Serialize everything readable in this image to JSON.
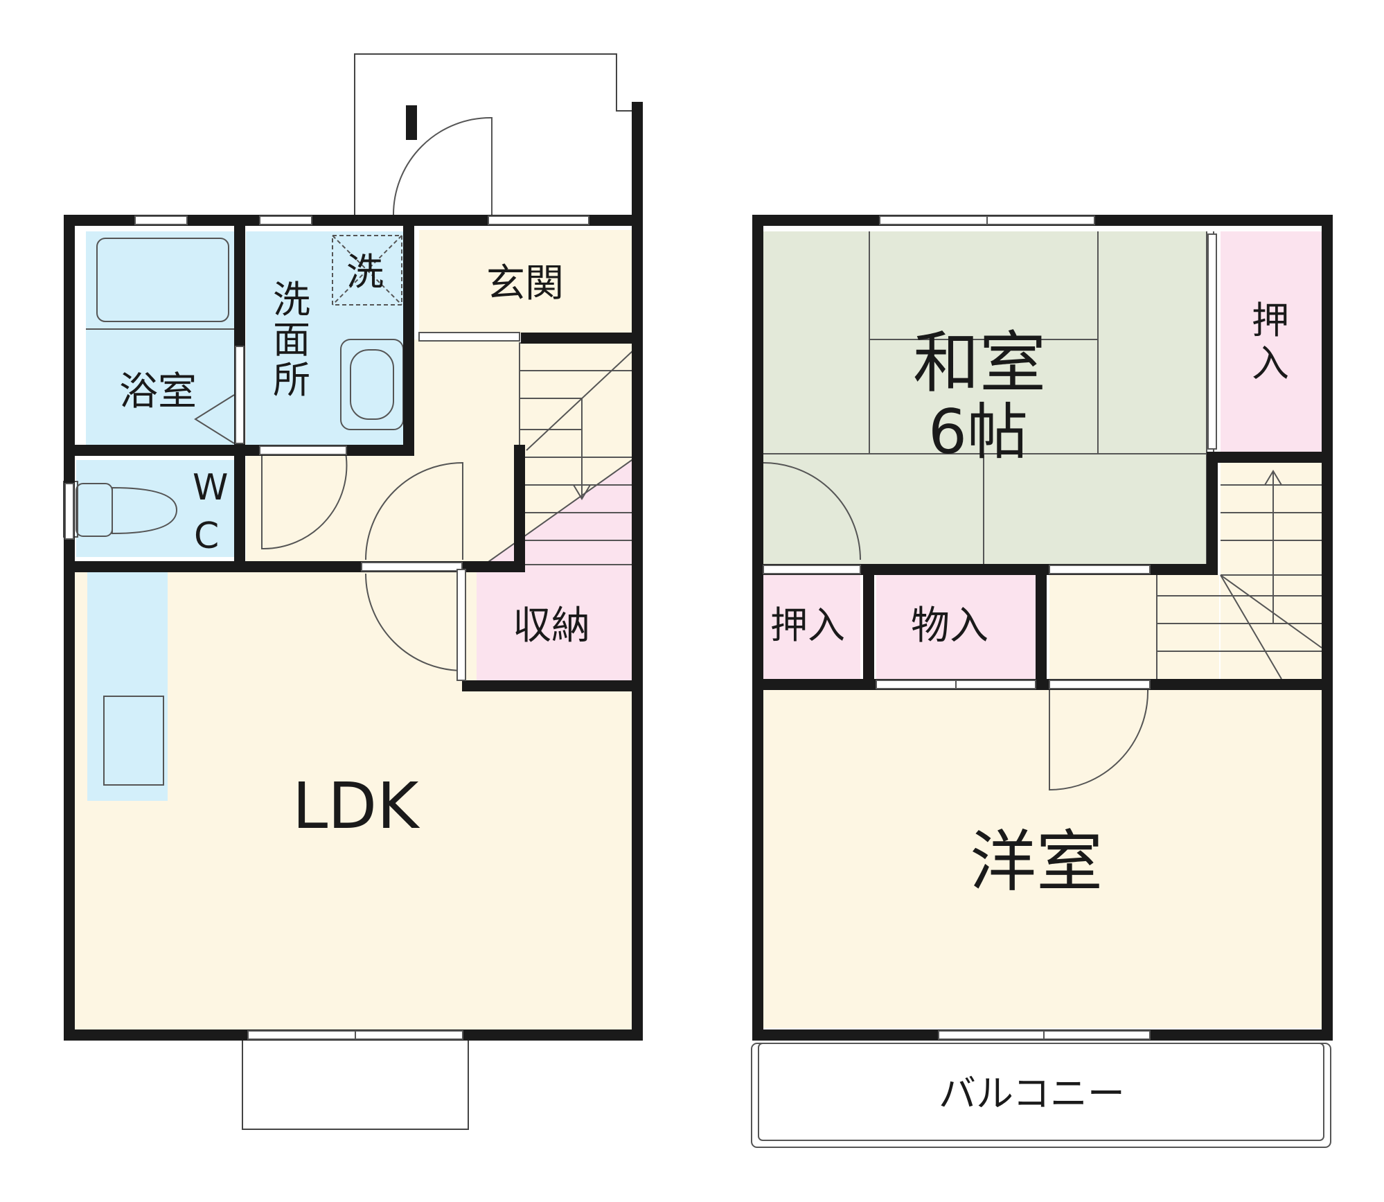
{
  "colors": {
    "wall": "#1a1a1a",
    "wet_area": "#d3effa",
    "floor": "#fdf6e3",
    "storage": "#fbe3ee",
    "tatami": "#e3e9d9",
    "thin_line": "#555555"
  },
  "floor1": {
    "bath": "浴室",
    "washroom": "洗面所",
    "washer": "洗",
    "entrance": "玄関",
    "toilet_w": "W",
    "toilet_c": "C",
    "storage": "収納",
    "ldk": "LDK"
  },
  "floor2": {
    "washitsu": "和室",
    "washitsu_size": "6帖",
    "closet_right": "押入",
    "closet_left": "押入",
    "storeroom": "物入",
    "youshitsu": "洋室",
    "balcony": "バルコニー"
  }
}
